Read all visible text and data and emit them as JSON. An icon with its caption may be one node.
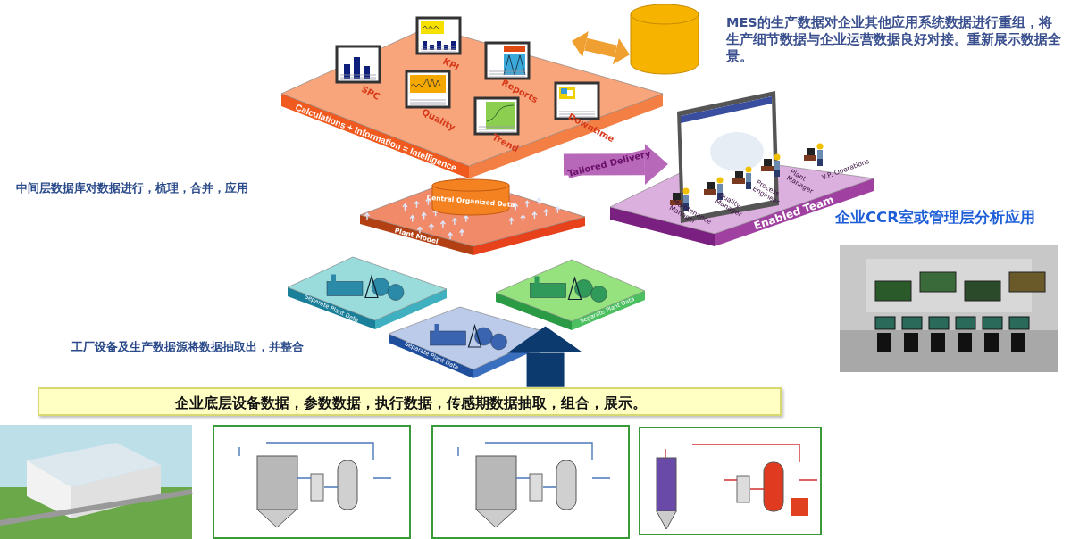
{
  "diagram": {
    "nodes": [
      {
        "text": [
          "Calculations + Information = Intelligence"
        ]
      },
      {
        "text": [
          "SPC"
        ],
        "in": 0
      },
      {
        "text": [
          "KPI"
        ],
        "in": 0
      },
      {
        "text": [
          "Reports"
        ],
        "in": 0
      },
      {
        "text": [
          "Quality"
        ],
        "in": 0
      },
      {
        "text": [
          "Trend"
        ],
        "in": 0
      },
      {
        "text": [
          "Downtime"
        ],
        "in": 0
      },
      {
        "text": [],
        "shape": "cylinder"
      },
      {
        "text": [
          "Central Organized Data"
        ],
        "in": 9
      },
      {
        "text": [
          "Plant Model"
        ]
      },
      {
        "text": [
          "Separate Plant Data"
        ]
      },
      {
        "text": [
          "Separate Plant Data"
        ]
      },
      {
        "text": [
          "Separate Plant Data"
        ]
      },
      {
        "text": [
          "Enabled Team"
        ]
      },
      {
        "text": [
          "企业底层设备数据，参数数据，执行数据，传感期数据抽取，组合，展示。"
        ]
      },
      {
        "text": [],
        "shape": "picture"
      },
      {
        "text": [],
        "shape": "picture"
      },
      {
        "text": [],
        "shape": "picture"
      },
      {
        "text": [],
        "shape": "picture"
      },
      {
        "text": [],
        "shape": "picture"
      }
    ],
    "edges": [
      {
        "from": 7,
        "to": 0,
        "arrow": "both",
        "color": "#f0a030"
      },
      {
        "from": 0,
        "to": 13,
        "arrow": "to",
        "label": "Tailored Delivery",
        "color": "#b868b8"
      },
      {
        "from": 14,
        "to": 11,
        "arrow": "to",
        "color": "#0d3a6e"
      }
    ],
    "labels": [
      "MES的生产数据对企业其他应用系统数据进行重组，将生产细节数据与企业运营数据良好对接。重新展示数据全景。",
      "中间层数据库对数据进行，梳理，合并，应用",
      "Maintenance Manager",
      "Quality Manager",
      "Process Engineer",
      "Plant Manager",
      "V.P. Operations",
      "企业CCR室或管理层分析应用",
      "工厂设备及生产数据源将数据抽取出，并整合"
    ]
  }
}
